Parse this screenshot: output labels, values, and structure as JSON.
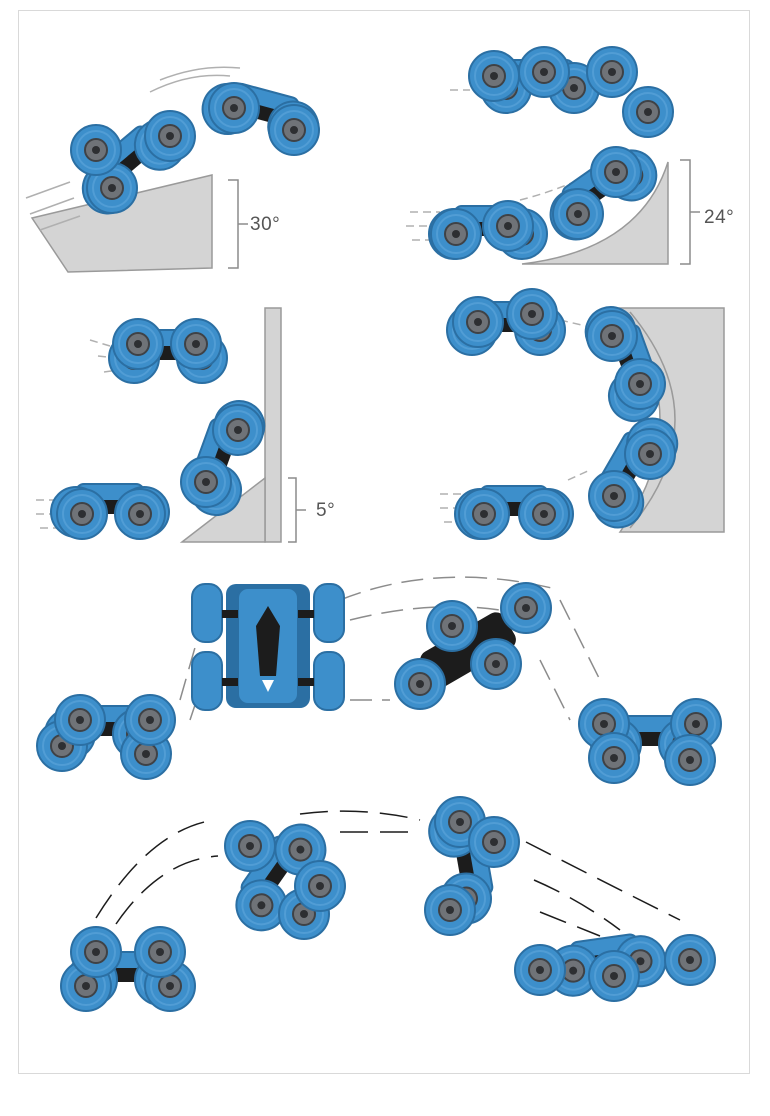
{
  "colors": {
    "background": "#ffffff",
    "car_blue": "#3d8fcb",
    "car_blue_dark": "#2b6fa3",
    "hub_grey": "#6f7378",
    "chassis": "#1c1c1c",
    "ramp_fill": "#d4d4d4",
    "ramp_stroke": "#9a9a9a",
    "motion_line": "#8c8c8c"
  },
  "labels": {
    "ramp_30": "30°",
    "ramp_24": "24°",
    "ramp_5": "5°"
  },
  "panels": [
    {
      "name": "incline-ramp",
      "angle_label": "30°"
    },
    {
      "name": "curved-ramp",
      "angle_label": "24°"
    },
    {
      "name": "vertical-wall",
      "angle_label": "5°"
    },
    {
      "name": "half-pipe"
    },
    {
      "name": "flip-sequence"
    },
    {
      "name": "arc-flip-sequence"
    }
  ]
}
